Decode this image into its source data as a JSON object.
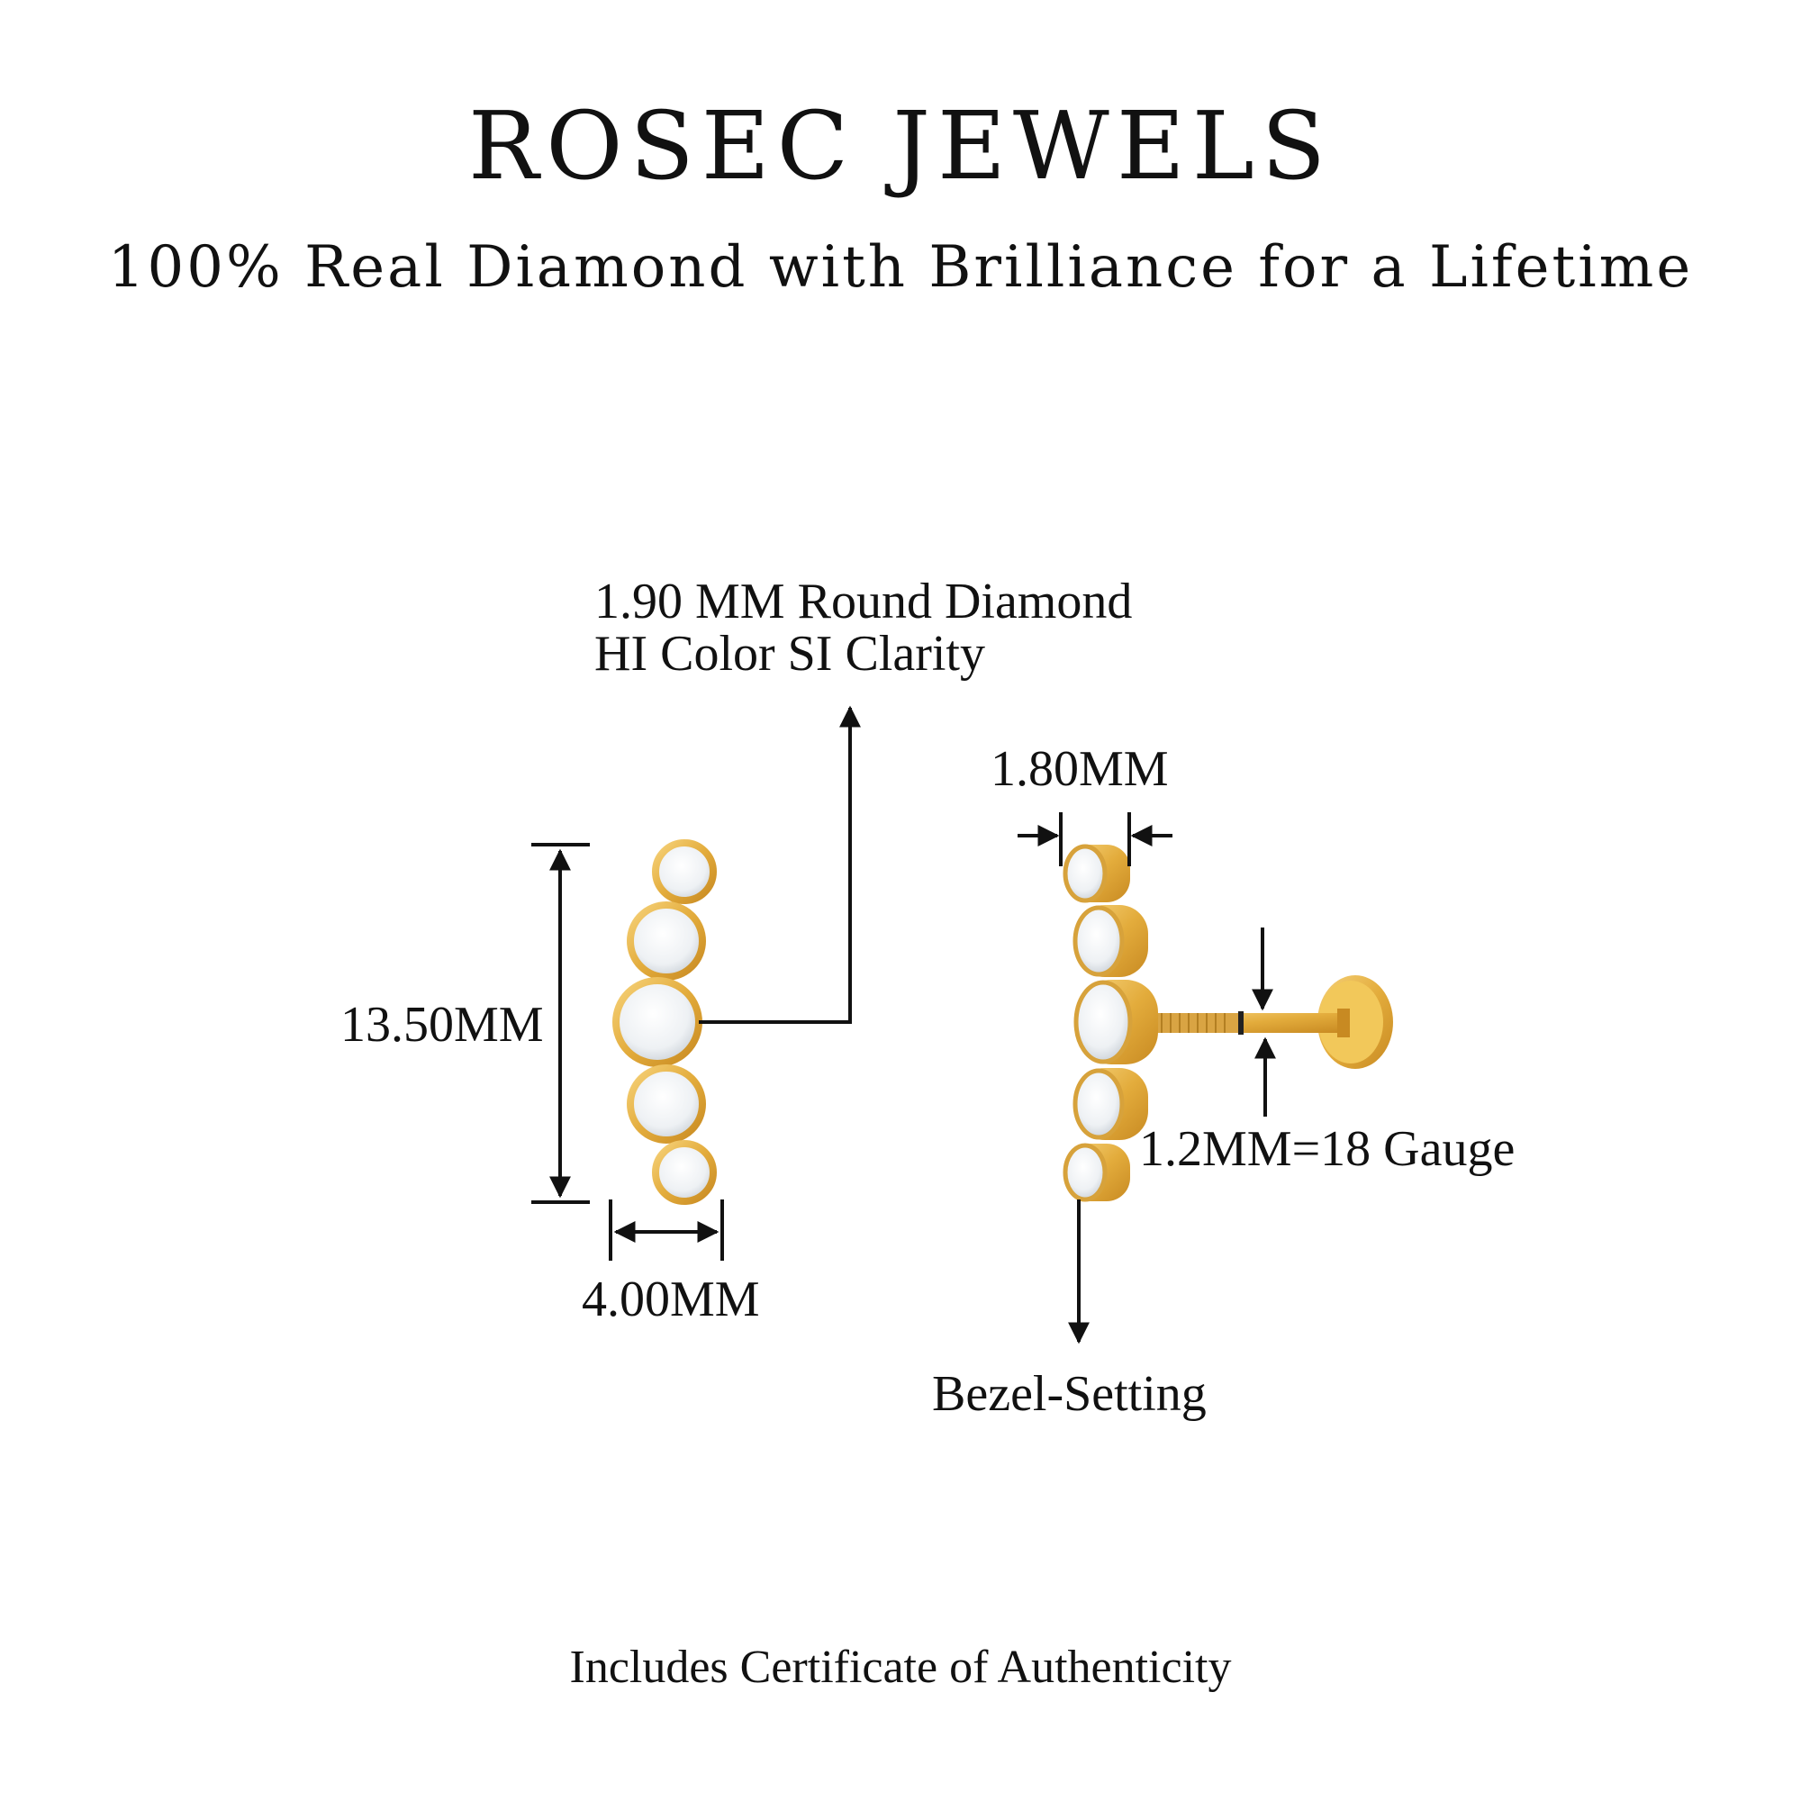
{
  "header": {
    "brand": "ROSEC JEWELS",
    "tagline": "100% Real Diamond with Brilliance for a Lifetime"
  },
  "specs": {
    "stone_line1": "1.90 MM Round Diamond",
    "stone_line2": "HI Color SI Clarity",
    "length": "13.50MM",
    "width": "4.00MM",
    "top_width": "1.80MM",
    "gauge": "1.2MM=18 Gauge",
    "setting": "Bezel-Setting"
  },
  "footer": {
    "certificate": "Includes Certificate of Authenticity"
  },
  "colors": {
    "gold": "#e8b84a",
    "gold_dark": "#c8922a",
    "diamond": "#f4f6f8",
    "line": "#111111"
  }
}
